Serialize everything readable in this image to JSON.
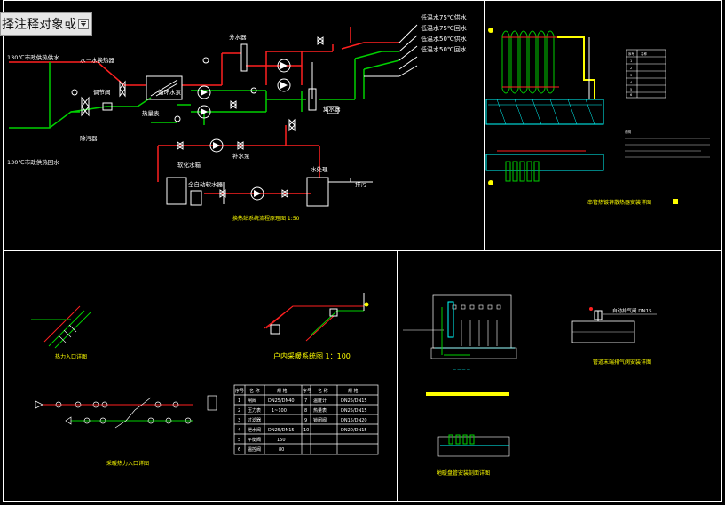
{
  "tooltip": {
    "text": "择注释对象或",
    "icon": "down-arrow-icon"
  },
  "schematic": {
    "lbl_supply": "130℃市政供热供水",
    "lbl_return": "130℃市政供热回水",
    "lbl_hx": "水－水换热器",
    "lbl_desc": "除污器",
    "lbl_ctrl": "调节阀",
    "lbl_meter": "热量表",
    "lbl_pump1": "循环水泵",
    "lbl_pump2": "补水泵",
    "lbl_tank": "软化水箱",
    "lbl_sep": "分水器",
    "lbl_col": "集水器",
    "lbl_softener": "全自动软水器",
    "lbl_tank2": "水处理",
    "lbl_drain": "排污",
    "out1": "低温水75℃供水",
    "out2": "低温水75℃回水",
    "out3": "低温水50℃供水",
    "out4": "低温水50℃回水",
    "caption": "换热站系统流程原理图 1:50"
  },
  "radiator_detail": {
    "title": "串管热镀锌散热器安装详图",
    "legend_headers": [
      "序号",
      "名称"
    ],
    "legend_rows": [
      "1",
      "2",
      "3",
      "4",
      "5",
      "6"
    ],
    "note": "说明"
  },
  "entry_detail": {
    "title": "热力入口详图"
  },
  "iso_detail": {
    "title": "户内采暖系统图  1：100"
  },
  "parts_detail": {
    "title": "采暖热力入口详图"
  },
  "wall_detail": {},
  "vent_detail": {
    "title": "管道末端排气阀安装详图",
    "label": "自动排气阀 DN15"
  },
  "bottom_detail": {
    "title": "地暖盘管安装剖面详图"
  },
  "table": {
    "headers": [
      "序号",
      "名 称",
      "规 格",
      "序号",
      "名 称",
      "规 格"
    ],
    "rows": [
      [
        "1",
        "闸阀",
        "DN25/DN40",
        "7",
        "温度计",
        "DN25/DN15"
      ],
      [
        "2",
        "压力表",
        "1~100",
        "8",
        "热量表",
        "DN25/DN15"
      ],
      [
        "3",
        "过滤器",
        "",
        "9",
        "锁闭阀",
        "DN15/DN20"
      ],
      [
        "4",
        "泄水阀",
        "DN25/DN15",
        "10",
        "",
        "DN20/DN15"
      ],
      [
        "5",
        "平衡阀",
        "150",
        "",
        "",
        ""
      ],
      [
        "6",
        "温控阀",
        "80",
        "",
        "",
        ""
      ]
    ]
  },
  "colors": {
    "red": "#ff2020",
    "green": "#00d000",
    "yellow": "#ffff00",
    "cyan": "#00ffff",
    "white": "#ffffff"
  }
}
